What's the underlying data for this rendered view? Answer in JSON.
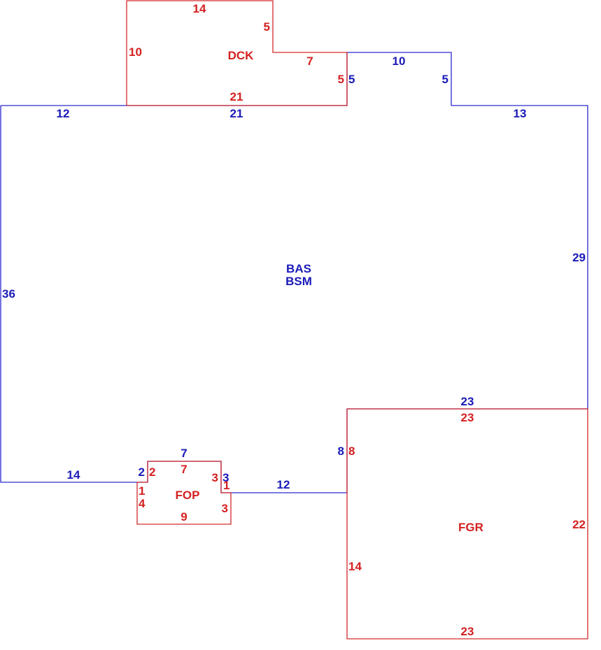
{
  "colors": {
    "main": "#1a1ab8",
    "addition": "#d42020"
  },
  "areas": {
    "main_code_1": "BAS",
    "main_code_2": "BSM",
    "deck": "DCK",
    "porch": "FOP",
    "garage": "FGR"
  },
  "main_dims": {
    "left": "36",
    "top_left": "12",
    "top_mid": "21",
    "notch_left": "5",
    "notch_top": "10",
    "notch_right": "5",
    "top_right": "13",
    "right": "29",
    "garage_top": "23",
    "garage_side": "8",
    "bottom_right": "12",
    "porch_right": "3",
    "porch_top": "7",
    "porch_left": "2",
    "bottom_left": "14"
  },
  "deck_dims": {
    "top": "14",
    "step_right": "5",
    "left": "10",
    "step_bottom": "7",
    "right": "5",
    "bottom": "21"
  },
  "porch_dims": {
    "left_top": "2",
    "top": "7",
    "right_top": "3",
    "right_step": "1",
    "right_bottom": "3",
    "bottom": "9",
    "left_step": "1",
    "left_bottom": "4"
  },
  "garage_dims": {
    "top": "23",
    "left_top": "8",
    "left": "14",
    "right": "22",
    "bottom": "23"
  }
}
